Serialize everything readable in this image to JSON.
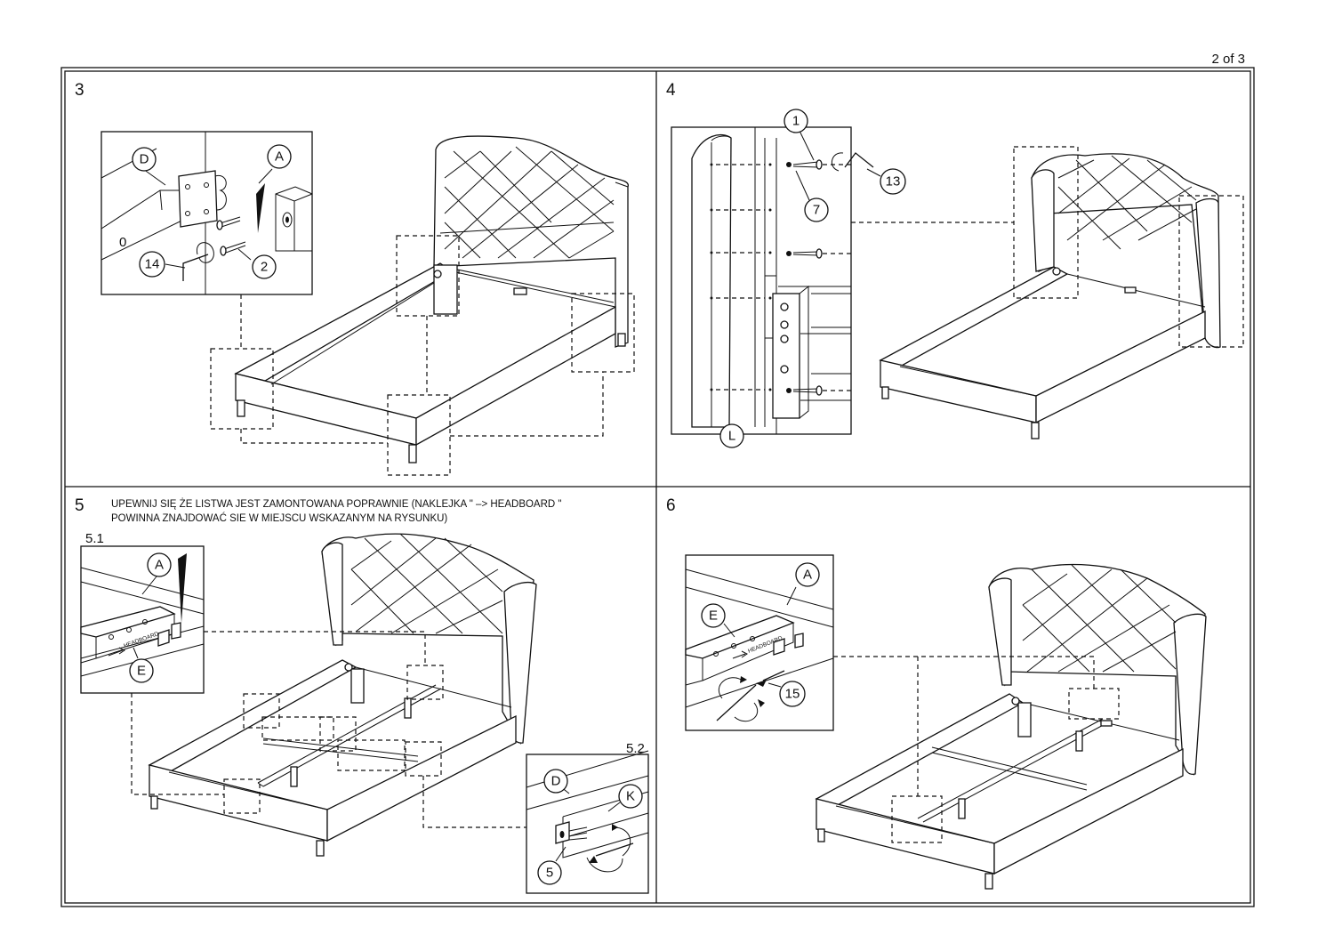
{
  "page_label": "2 of 3",
  "steps": {
    "s3": {
      "num": "3"
    },
    "s4": {
      "num": "4"
    },
    "s5": {
      "num": "5",
      "note_line1": "UPEWNIJ SIĘ ŻE LISTWA JEST ZAMONTOWANA POPRAWNIE (NAKLEJKA \" –> HEADBOARD \"",
      "note_line2": "POWINNA ZNAJDOWAĆ SIE W MIEJSCU WSKAZANYM NA RYSUNKU)",
      "sub1": "5.1",
      "sub2": "5.2"
    },
    "s6": {
      "num": "6"
    }
  },
  "callouts": {
    "D": "D",
    "A": "A",
    "n14": "14",
    "n2": "2",
    "n1": "1",
    "n7": "7",
    "n13": "13",
    "L": "L",
    "E": "E",
    "K": "K",
    "n5": "5",
    "n15": "15"
  },
  "labels": {
    "zero": "0",
    "headboard_sticker": "HEADBOARD"
  }
}
